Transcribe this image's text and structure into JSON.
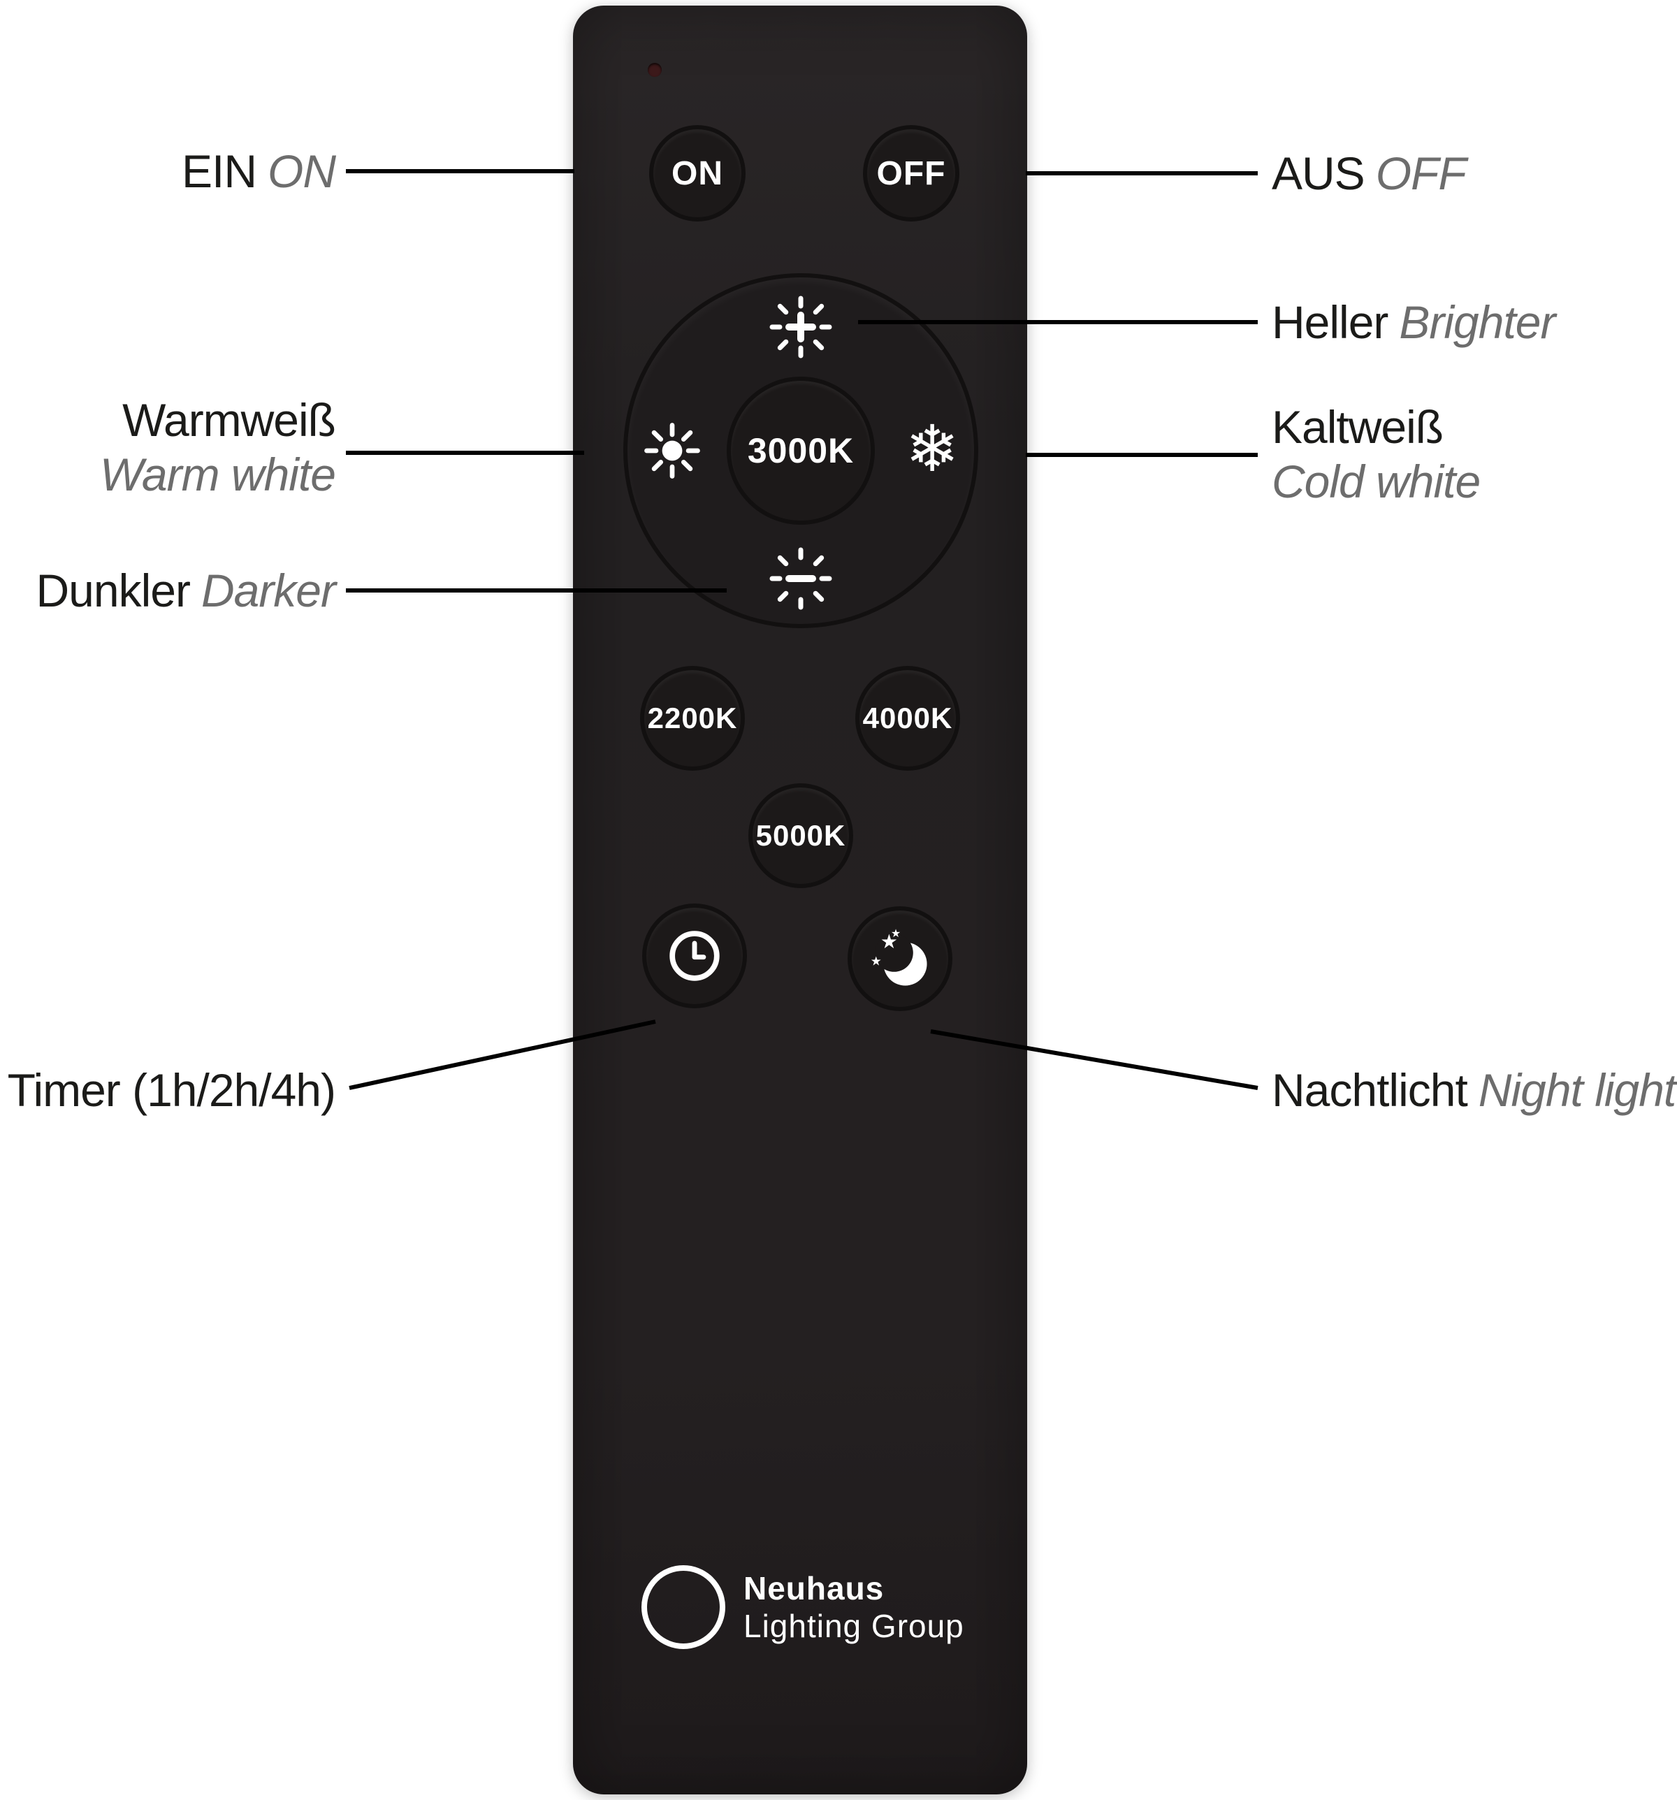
{
  "annotations": {
    "ein": {
      "de": "EIN",
      "en": "ON"
    },
    "warmweiss": {
      "de": "Warmweiß",
      "en": "Warm white"
    },
    "dunkler": {
      "de": "Dunkler",
      "en": "Darker"
    },
    "timer": {
      "de": "Timer (1h/2h/4h)",
      "en": ""
    },
    "aus": {
      "de": "AUS",
      "en": "OFF"
    },
    "heller": {
      "de": "Heller",
      "en": "Brighter"
    },
    "kaltweiss": {
      "de": "Kaltweiß",
      "en": "Cold white"
    },
    "nachtlicht": {
      "de": "Nachtlicht",
      "en": "Night light"
    }
  },
  "remote": {
    "on": "ON",
    "off": "OFF",
    "center_temp": "3000K",
    "temp_2200": "2200K",
    "temp_4000": "4000K",
    "temp_5000": "5000K",
    "brand_line1": "Neuhaus",
    "brand_line2": "Lighting Group",
    "icons": {
      "snowflake": "❄",
      "star": "★",
      "names": [
        "led-indicator",
        "brightness-plus-icon",
        "sun-icon",
        "snowflake-icon",
        "brightness-minus-icon",
        "clock-icon",
        "moon-stars-icon"
      ]
    },
    "colors": {
      "body": "#242021",
      "key": "#1c1919",
      "label_text": "#1b1b19",
      "label_secondary": "#6d6d6d",
      "callout_line": "#000000"
    }
  }
}
